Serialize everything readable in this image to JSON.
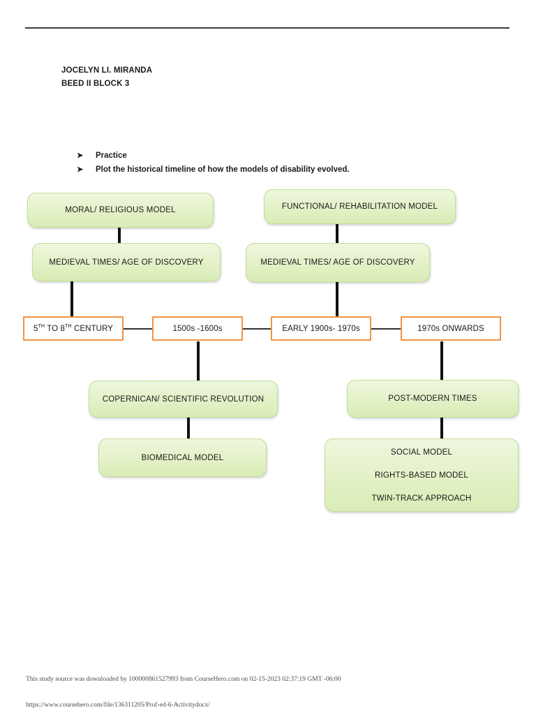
{
  "document": {
    "author": {
      "name": "JOCELYN LI. MIRANDA",
      "course": "BEED II BLOCK 3"
    },
    "bullets": [
      {
        "glyph": "➤",
        "text": "Practice"
      },
      {
        "glyph": "➤",
        "text": "Plot the historical timeline of how the models of disability evolved."
      }
    ],
    "footer": {
      "downloaded": "This study source was downloaded by 100000861527993 from CourseHero.com on 02-15-2023 02:37:19 GMT -06:00",
      "url": "https://www.coursehero.com/file/136311205/Prof-ed-6-Activitydocx/"
    }
  },
  "diagram": {
    "colors": {
      "green_fill": "#e3f1c7",
      "green_border": "#c3dc9a",
      "orange_border": "#f0943f",
      "connector": "#111111"
    },
    "nodes": {
      "moral_religious_model": "MORAL/ RELIGIOUS MODEL",
      "medieval_left": "MEDIEVAL TIMES/ AGE OF DISCOVERY",
      "functional_rehab_model": "FUNCTIONAL/ REHABILITATION MODEL",
      "medieval_right": "MEDIEVAL TIMES/ AGE OF DISCOVERY",
      "era_1": "5TH TO 8TH CENTURY",
      "era_1_prefix": "5",
      "era_1_sup_a": "TH",
      "era_1_middle": " TO 8",
      "era_1_sup_b": "TH",
      "era_1_suffix": " CENTURY",
      "era_2": "1500s -1600s",
      "era_3": "EARLY 1900s- 1970s",
      "era_4": "1970s ONWARDS",
      "copernican": "COPERNICAN/ SCIENTIFIC REVOLUTION",
      "biomedical": "BIOMEDICAL MODEL",
      "post_modern": "POST-MODERN TIMES",
      "social_model": "SOCIAL MODEL",
      "rights_based_model": "RIGHTS-BASED MODEL",
      "twin_track_approach": "TWIN-TRACK APPROACH"
    }
  }
}
